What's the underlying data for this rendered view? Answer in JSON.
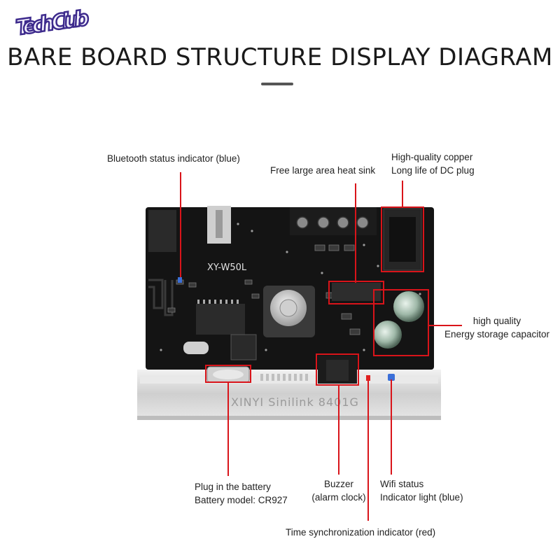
{
  "title": "BARE BOARD STRUCTURE DISPLAY DIAGRAM",
  "logo_text": "Tech Club",
  "board": {
    "model_text": "XY-W50L",
    "brand_text": "XINYI Sinilink 8401G"
  },
  "callouts": {
    "bluetooth": [
      "Bluetooth status indicator (blue)"
    ],
    "heatsink": [
      "Free large area heat sink"
    ],
    "dc_plug": [
      "High-quality copper",
      "Long life of DC plug"
    ],
    "capacitor": [
      "high quality",
      "Energy storage capacitor"
    ],
    "battery": [
      "Plug in the battery",
      "Battery model: CR927"
    ],
    "buzzer": [
      "Buzzer",
      "(alarm clock)"
    ],
    "wifi": [
      "Wifi status",
      "Indicator light (blue)"
    ],
    "time_sync": [
      "Time synchronization indicator (red)"
    ]
  },
  "colors": {
    "callout_line": "#d9141a",
    "pcb": "#141414",
    "heatsink": "#cfcfcf"
  }
}
